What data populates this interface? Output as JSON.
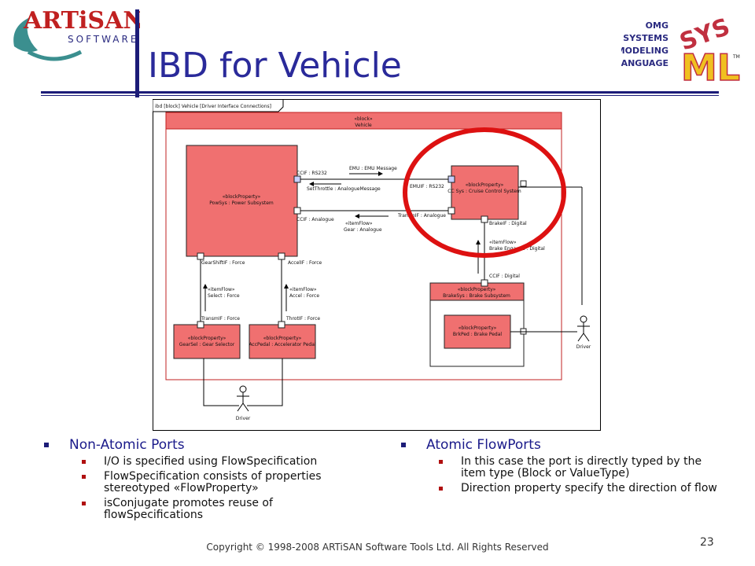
{
  "header": {
    "title": "IBD for Vehicle",
    "logo_left": {
      "line1": "ARTiSAN",
      "line2": "SOFTWARE"
    },
    "logo_right": {
      "line1": "OMG",
      "line2": "SYSTEMS",
      "line3": "MODELING",
      "line4": "LANGUAGE",
      "mark": "SYS ML",
      "tm": "TM"
    }
  },
  "diagram": {
    "frame_label": "ibd [block] Vehicle [Driver Interface Connections]",
    "vehicle_stereo": "«block»",
    "vehicle_name": "Vehicle",
    "powsys": {
      "stereo": "«blockProperty»",
      "name": "PowSys : Power Subsystem"
    },
    "ccsys": {
      "stereo": "«blockProperty»",
      "name": "CC Sys : Cruise Control System"
    },
    "brakesys": {
      "stereo": "«blockProperty»",
      "name": "BrakeSys : Brake Subsystem"
    },
    "brkped": {
      "stereo": "«blockProperty»",
      "name": "BrkPed : Brake Pedal"
    },
    "gearsel": {
      "stereo": "«blockProperty»",
      "name": "GearSel : Gear Selector"
    },
    "accpedal": {
      "stereo": "«blockProperty»",
      "name": "AccPedal : Accelerator Pedal"
    },
    "labels": {
      "ccif_rs232": "CCIF : RS232",
      "emu_msg": "EMU : EMU Message",
      "setthrottle": "SetThrottle : AnalogueMessage",
      "emuif": "EMUIF : RS232",
      "ccif_analogue": "CCIF : Analogue",
      "itemflow": "«itemFlow»",
      "gear_analogue": "Gear : Analogue",
      "transmif_analogue": "TransmIF : Analogue",
      "brakeif_digital": "BrakeIF : Digital",
      "brake_engaged": "Brake Engaged : Digital",
      "ccif_digital": "CCIF : Digital",
      "gearshiftif": "GearShiftIF : Force",
      "accelif": "AccelIF : Force",
      "select_force": "Select : Force",
      "accel_force": "Accel : Force",
      "transmif_force": "TransmIF : Force",
      "throtif_force": "ThrotIF : Force",
      "driver": "Driver"
    }
  },
  "left_column": {
    "heading": "Non-Atomic Ports",
    "items": [
      "I/O is specified using FlowSpecification",
      "FlowSpecification consists of properties stereotyped «FlowProperty»",
      "isConjugate promotes reuse of flowSpecifications"
    ]
  },
  "right_column": {
    "heading": "Atomic FlowPorts",
    "items": [
      "In this case the port is directly typed by the item type (Block or ValueType)",
      "Direction property specify the direction of flow"
    ]
  },
  "footer": {
    "copyright": "Copyright © 1998-2008 ARTiSAN Software Tools Ltd.  All Rights Reserved",
    "page_number": "23"
  },
  "colors": {
    "title": "#2a2a9a",
    "accent_bar": "#1c1c78",
    "block_fill": "#f07070",
    "highlight_circle": "#dd1111"
  }
}
